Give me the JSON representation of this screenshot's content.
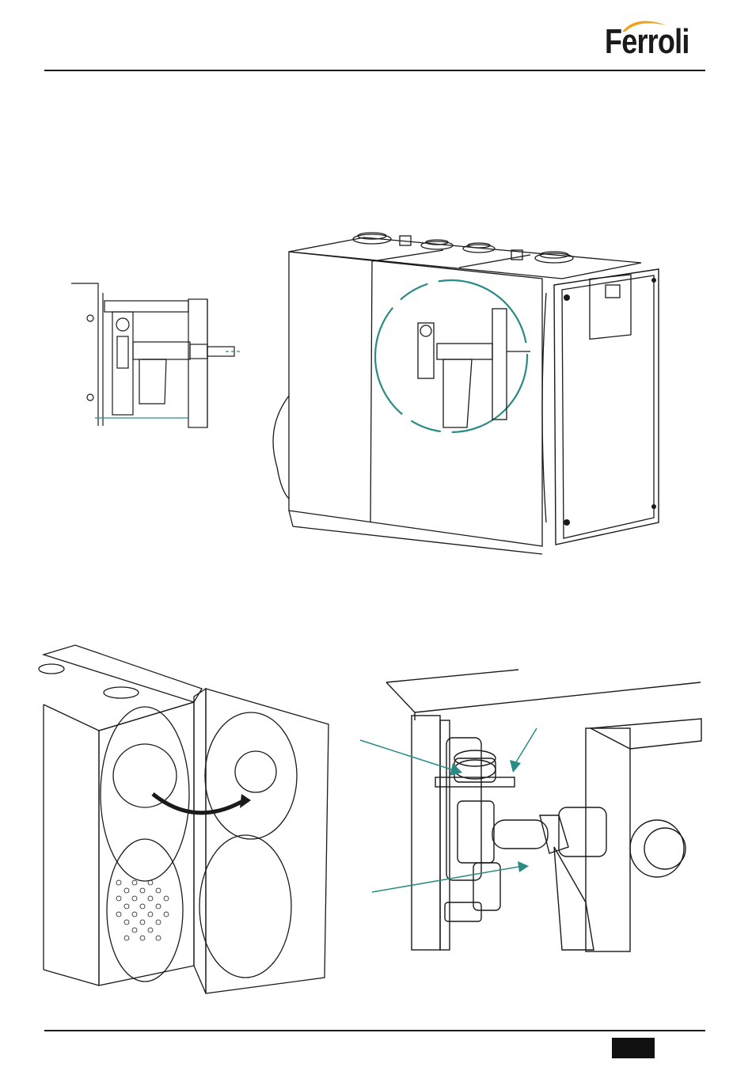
{
  "header": {
    "brand_logo": "Ferroli"
  },
  "colors": {
    "accent_teal": "#2a8a85",
    "line": "#1a1a1a",
    "page_box": "#111111"
  },
  "icons": [
    "ferroli-logo",
    "pointer-arrow",
    "open-arrow"
  ]
}
